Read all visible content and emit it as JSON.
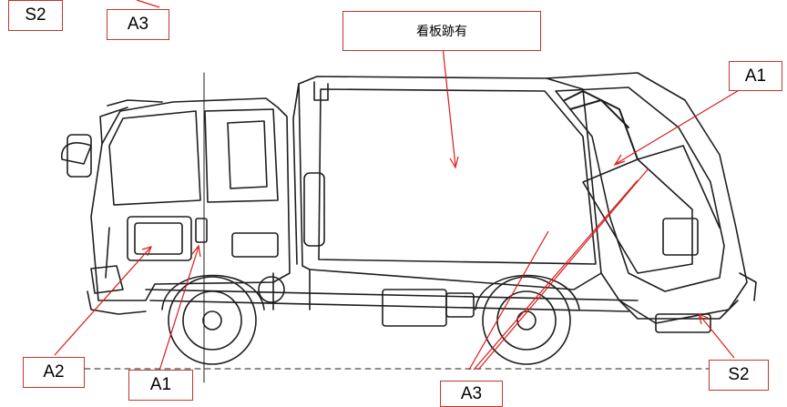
{
  "note": "看板跡有",
  "labels": {
    "s2_top": "S2",
    "a3_top": "A3",
    "a1_right": "A1",
    "a2_left": "A2",
    "a1_bottom": "A1",
    "a3_bottom": "A3",
    "s2_right": "S2"
  },
  "colors": {
    "leader": "#d81b1b",
    "box_border": "#c0392b",
    "drawing": "#1e1e1e"
  }
}
